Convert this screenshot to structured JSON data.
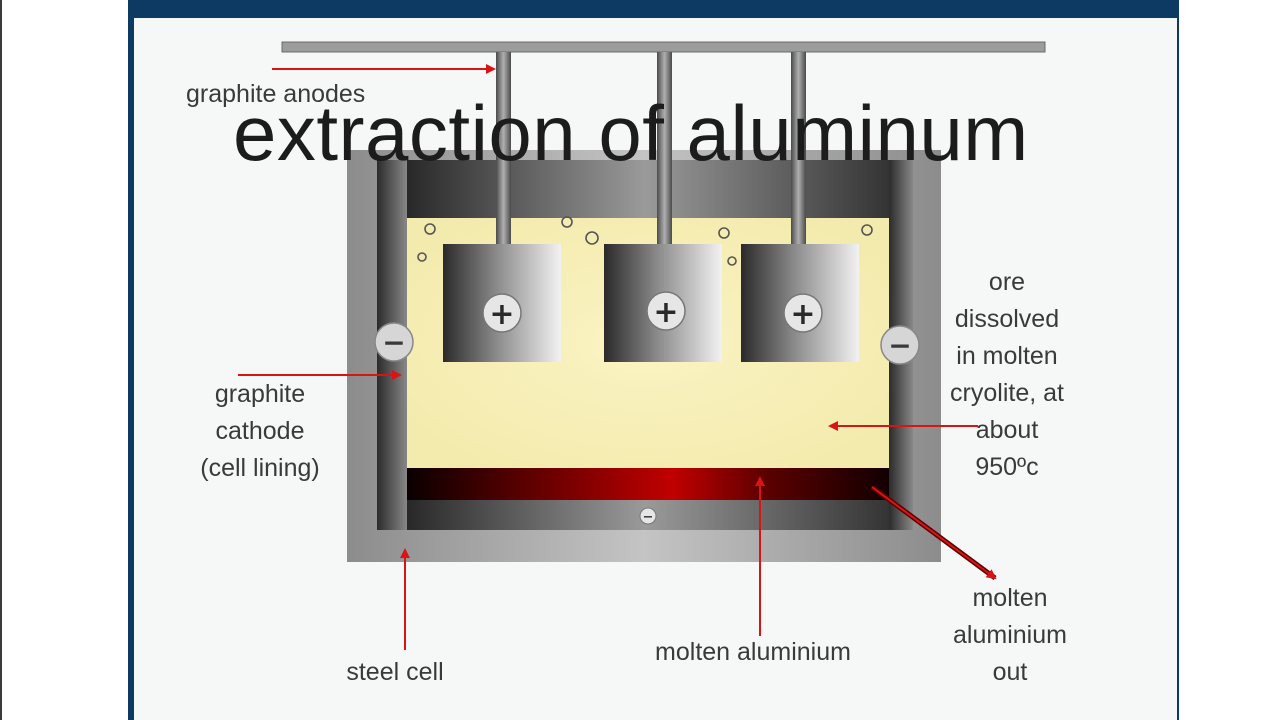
{
  "title": "extraction of aluminum",
  "labels": {
    "graphite_anodes": "graphite anodes",
    "graphite_cathode": "graphite\ncathode\n(cell lining)",
    "ore_dissolved": "ore\ndissolved\nin molten\ncryolite, at\nabout\n950ºc",
    "steel_cell": "steel cell",
    "molten_aluminium": "molten aluminium",
    "molten_aluminium_out": "molten\naluminium\nout"
  },
  "symbols": {
    "plus": "+",
    "minus": "−"
  },
  "colors": {
    "frame": "#0d3a63",
    "electrolyte": "#f7f0b4",
    "molten_metal": "#b40000",
    "arrow": "#d91414"
  }
}
